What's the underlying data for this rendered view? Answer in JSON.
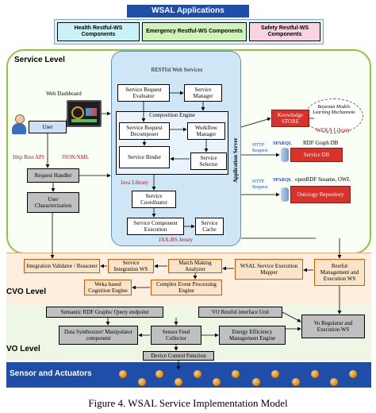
{
  "wsal_apps": {
    "title": "WSAL Applications",
    "components": [
      {
        "label": "Health Restful-WS Components",
        "color": "#c8f2f5"
      },
      {
        "label": "Emergency Restful-WS Components",
        "color": "#cff3b8"
      },
      {
        "label": "Safety Restful-WS Components",
        "color": "#f9d3e0"
      }
    ]
  },
  "service_level": {
    "label": "Service Level",
    "restful_web_services": "RESTful Web Services",
    "service_request_evaluator": "Service Request Evaluator",
    "service_manager": "Service Manager",
    "composition_engine": "Composition Engine",
    "service_request_decomposer": "Service Request Decomposer",
    "workflow_manager": "Workflow Manager",
    "service_binder": "Service Binder",
    "service_selector": "Service Selector",
    "java_library": "Java Library",
    "service_coordinator": "Service Coordinator",
    "service_component_execution": "Service Component Execution",
    "service_cache": "Service Cache",
    "jax_rs": "JAX-RS Jersey",
    "application_server": "Application Server",
    "web_dashboard": "Web Dashboard",
    "user": "User",
    "http_rest_api": "Http Rest API",
    "json_xml": "JSON/XML",
    "request_handler": "Request Handler",
    "user_characterization": "User Characterization",
    "knowledge_store": "Knowledge STORE",
    "bayesian": "Bayesian Models Learning Mechanisms",
    "weka_library": "WEKA Library",
    "http_request": "HTTP Request",
    "sparql": "SPARQL",
    "rdf_graph_db": "RDF Graph DB",
    "service_db": "Service DB",
    "openrdf": "openRDF Sesame, OWL",
    "ontology_repository": "Ontology Repository"
  },
  "cvo_level": {
    "label": "CVO Level",
    "integration_validator": "Integration Validator / Reasoner",
    "service_integration_ws": "Service Integration WS",
    "match_making_analyzer": "Match Making Analyzer",
    "wsal_service_execution_mapper": "WSAL Service Execution Mapper",
    "restful_management": "Restful Management and Execution WS",
    "weka_cognition": "Weka based Cognition Engine",
    "complex_event_processing": "Complex Event Processing Engine"
  },
  "vo_level": {
    "label": "VO Level",
    "semantic_rdf": "Semantic RDF Graphs/ Query endpoint",
    "vo_restful_interface": "VO Restful interface Unit",
    "data_synthesizer": "Data Synthesizer/ Manipulator component",
    "sensor_feed_collector": "Sensor Feed Collector",
    "energy_efficiency": "Energy Efficiency Management Engine",
    "vo_regulator": "Vo Regulator and Execution WS",
    "device_control": "Device Control Function"
  },
  "sensor_level": {
    "label": "Sensor and Actuators",
    "colors": {
      "band": "#1f4ea8",
      "node": "#e58a10"
    }
  },
  "caption": "Figure 4.   WSAL Service Implementation Model"
}
